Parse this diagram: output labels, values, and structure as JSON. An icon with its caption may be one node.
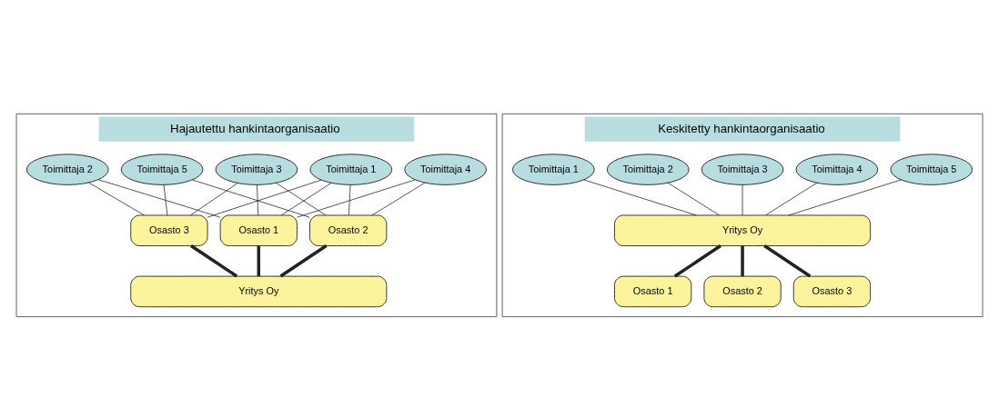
{
  "diagram": {
    "nodes": [
      {
        "text": [
          "Hajautettu hankintaorganisaatio"
        ]
      },
      {
        "text": [
          "Toimittaja 1"
        ],
        "in": 0
      },
      {
        "text": [
          "Toimittaja 2"
        ],
        "in": 0
      },
      {
        "text": [
          "Toimittaja 3"
        ],
        "in": 0
      },
      {
        "text": [
          "Toimittaja 4"
        ],
        "in": 0
      },
      {
        "text": [
          "Toimittaja 5"
        ],
        "in": 0
      },
      {
        "text": [
          "Osasto 1"
        ],
        "in": 0
      },
      {
        "text": [
          "Osasto 2"
        ],
        "in": 0
      },
      {
        "text": [
          "Osasto 3"
        ],
        "in": 0
      },
      {
        "text": [
          "Yritys Oy"
        ],
        "in": 0
      },
      {
        "text": [
          "Keskitetty hankintaorganisaatio"
        ]
      },
      {
        "text": [
          "Toimittaja 1"
        ],
        "in": 10
      },
      {
        "text": [
          "Toimittaja 2"
        ],
        "in": 10
      },
      {
        "text": [
          "Toimittaja 3"
        ],
        "in": 10
      },
      {
        "text": [
          "Toimittaja 4"
        ],
        "in": 10
      },
      {
        "text": [
          "Toimittaja 5"
        ],
        "in": 10
      },
      {
        "text": [
          "Yritys Oy"
        ],
        "in": 10
      },
      {
        "text": [
          "Osasto 1"
        ],
        "in": 10
      },
      {
        "text": [
          "Osasto 2"
        ],
        "in": 10
      },
      {
        "text": [
          "Osasto 3"
        ],
        "in": 10
      }
    ],
    "edges": [
      {
        "from": 1,
        "to": 6,
        "arrow": "none"
      },
      {
        "from": 1,
        "to": 7,
        "arrow": "none"
      },
      {
        "from": 1,
        "to": 8,
        "arrow": "none"
      },
      {
        "from": 2,
        "to": 6,
        "arrow": "none"
      },
      {
        "from": 2,
        "to": 8,
        "arrow": "none"
      },
      {
        "from": 3,
        "to": 6,
        "arrow": "none"
      },
      {
        "from": 3,
        "to": 7,
        "arrow": "none"
      },
      {
        "from": 3,
        "to": 8,
        "arrow": "none"
      },
      {
        "from": 4,
        "to": 6,
        "arrow": "none"
      },
      {
        "from": 4,
        "to": 7,
        "arrow": "none"
      },
      {
        "from": 5,
        "to": 7,
        "arrow": "none"
      },
      {
        "from": 5,
        "to": 8,
        "arrow": "none"
      },
      {
        "from": 6,
        "to": 9,
        "arrow": "none",
        "style": "thick"
      },
      {
        "from": 7,
        "to": 9,
        "arrow": "none",
        "style": "thick"
      },
      {
        "from": 8,
        "to": 9,
        "arrow": "none",
        "style": "thick"
      },
      {
        "from": 11,
        "to": 16,
        "arrow": "none"
      },
      {
        "from": 12,
        "to": 16,
        "arrow": "none"
      },
      {
        "from": 13,
        "to": 16,
        "arrow": "none"
      },
      {
        "from": 14,
        "to": 16,
        "arrow": "none"
      },
      {
        "from": 15,
        "to": 16,
        "arrow": "none"
      },
      {
        "from": 16,
        "to": 17,
        "arrow": "none",
        "style": "thick"
      },
      {
        "from": 16,
        "to": 18,
        "arrow": "none",
        "style": "thick"
      },
      {
        "from": 16,
        "to": 19,
        "arrow": "none",
        "style": "thick"
      }
    ]
  }
}
